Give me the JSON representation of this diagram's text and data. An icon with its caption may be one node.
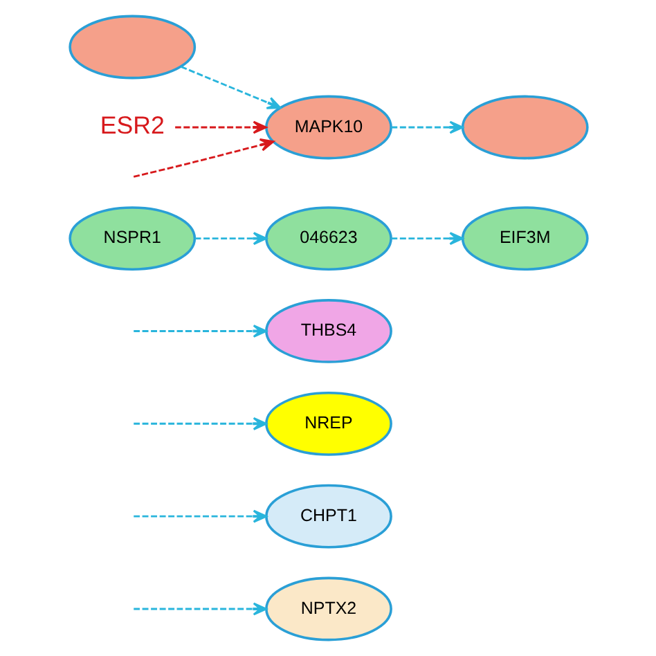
{
  "diagram": {
    "nodes": [
      {
        "text": [
          "NPTX2"
        ]
      },
      {
        "text": [
          "CHPT1"
        ]
      },
      {
        "text": [
          "NREP"
        ]
      },
      {
        "text": [
          "THBS4"
        ]
      },
      {
        "text": [
          "NSPR1"
        ]
      },
      {
        "text": [
          "046623"
        ]
      },
      {
        "text": [
          "EIF3M"
        ]
      },
      {
        "text": [
          "MAPK10"
        ]
      },
      {
        "text": [],
        "shape": "ellipse"
      },
      {
        "text": [
          "ESR2"
        ]
      },
      {
        "text": [],
        "shape": "ellipse"
      }
    ],
    "edges": [
      {
        "from": null,
        "to": 0,
        "arrow": "to",
        "style": "dashed"
      },
      {
        "from": null,
        "to": 1,
        "arrow": "to",
        "style": "dashed"
      },
      {
        "from": null,
        "to": 2,
        "arrow": "to",
        "style": "dashed"
      },
      {
        "from": null,
        "to": 3,
        "arrow": "to",
        "style": "dashed"
      },
      {
        "from": 4,
        "to": 5,
        "arrow": "to",
        "style": "dashed"
      },
      {
        "from": 5,
        "to": 6,
        "arrow": "to",
        "style": "dashed"
      },
      {
        "from": 8,
        "to": 7,
        "arrow": "to",
        "style": "dashed"
      },
      {
        "from": 9,
        "to": 7,
        "arrow": "to",
        "style": "dashed",
        "color": "#d7191c"
      },
      {
        "from": null,
        "to": 7,
        "arrow": "to",
        "style": "dashed",
        "color": "#d7191c"
      },
      {
        "from": 7,
        "to": 10,
        "arrow": "to",
        "style": "dashed"
      }
    ]
  }
}
